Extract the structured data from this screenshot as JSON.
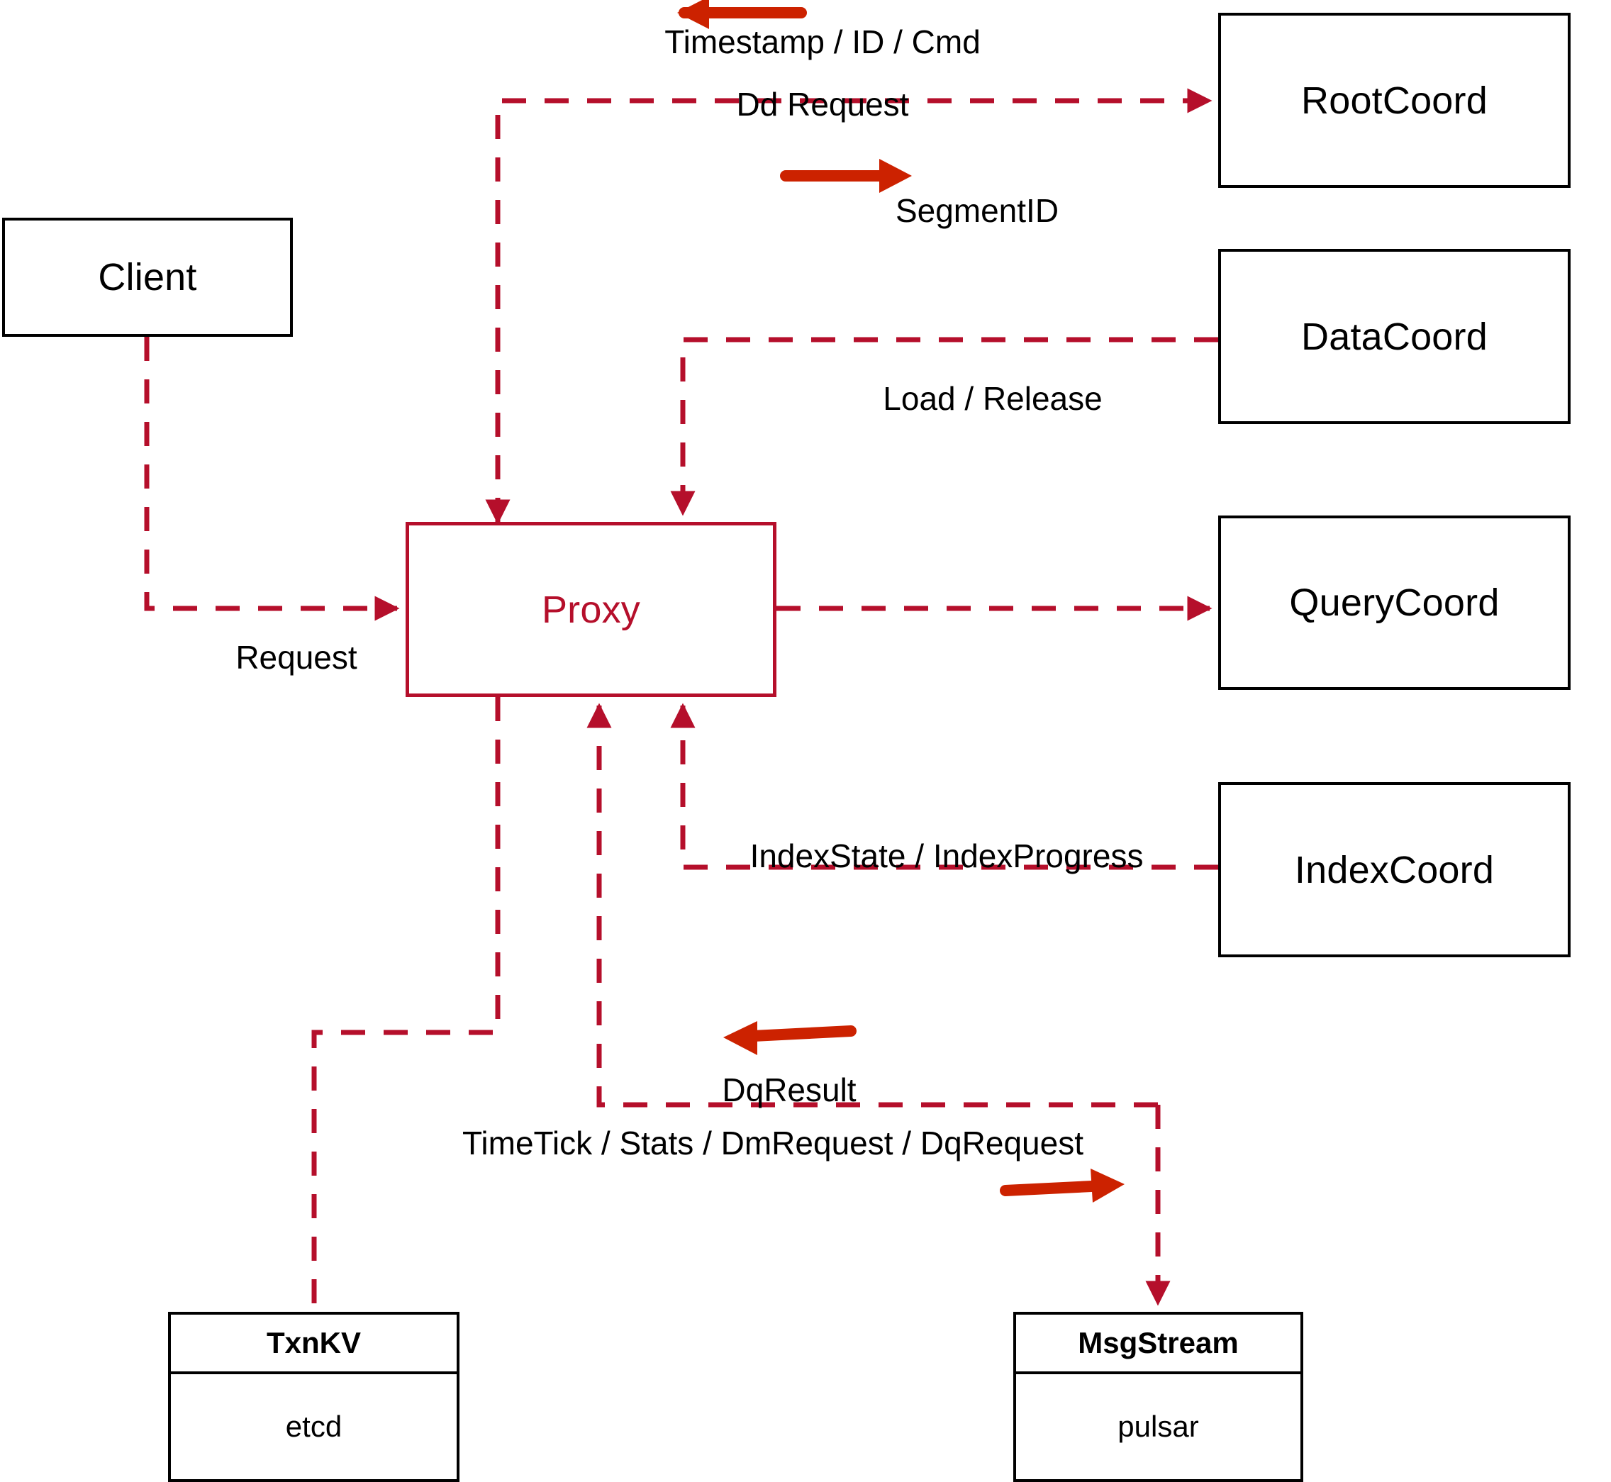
{
  "diagram": {
    "title": "Milvus Proxy interaction diagram",
    "colors": {
      "node_border": "#000000",
      "proxy_accent": "#b50f2b",
      "wire": "#b50f2b",
      "arrow_solid": "#cc2200",
      "background": "#ffffff"
    }
  },
  "nodes": {
    "client": {
      "label": "Client"
    },
    "proxy": {
      "label": "Proxy"
    },
    "root_coord": {
      "label": "RootCoord"
    },
    "data_coord": {
      "label": "DataCoord"
    },
    "query_coord": {
      "label": "QueryCoord"
    },
    "index_coord": {
      "label": "IndexCoord"
    },
    "txnkv": {
      "title": "TxnKV",
      "impl": "etcd"
    },
    "msgstream": {
      "title": "MsgStream",
      "impl": "pulsar"
    }
  },
  "edges": {
    "request": {
      "label": "Request",
      "from": "client",
      "to": "proxy"
    },
    "timestamp_id_cmd": {
      "label": "Timestamp / ID / Cmd",
      "from": "root_coord",
      "to": "proxy"
    },
    "dd_request": {
      "label": "Dd Request",
      "from": "proxy",
      "to": "root_coord"
    },
    "segment_id": {
      "label": "SegmentID",
      "from": "data_coord",
      "to": "proxy"
    },
    "load_release": {
      "label": "Load / Release",
      "from": "proxy",
      "to": "query_coord"
    },
    "index_state": {
      "label": "IndexState / IndexProgress",
      "from": "index_coord",
      "to": "proxy"
    },
    "dq_result": {
      "label": "DqResult",
      "from": "msgstream",
      "to": "proxy"
    },
    "timetick_stats": {
      "label": "TimeTick / Stats / DmRequest / DqRequest",
      "from": "proxy",
      "to": "msgstream"
    }
  }
}
